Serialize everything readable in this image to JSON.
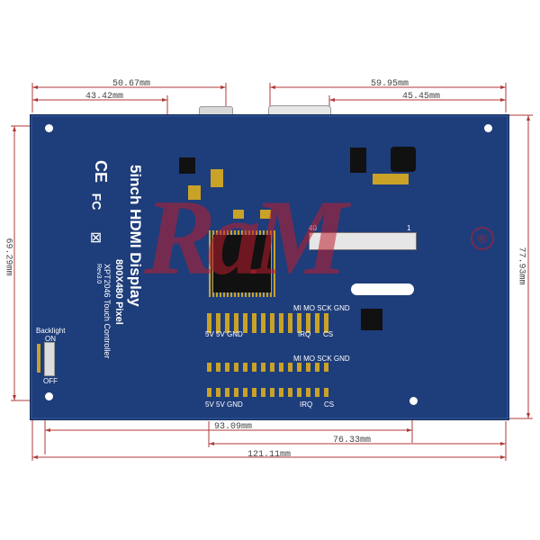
{
  "dimensions": {
    "top_left_outer": "50.67mm",
    "top_left_inner": "43.42mm",
    "top_right_outer": "59.95mm",
    "top_right_inner": "45.45mm",
    "left_height": "69.29mm",
    "right_height": "77.93mm",
    "bottom_inner_left": "93.09mm",
    "bottom_inner_right": "76.33mm",
    "bottom_total": "121.11mm"
  },
  "board": {
    "title": "5inch HDMI Display",
    "resolution": "800X480 Pixel",
    "controller": "XPT2046 Touch Controller",
    "revision": "Rev3.0",
    "backlight_label": "Backlight",
    "backlight_on": "ON",
    "backlight_off": "OFF",
    "header_top_labels": "MI MO SCK GND",
    "header_bottom_labels_left": "5V  5V GND",
    "header_irq": "IRQ",
    "header_cs": "CS",
    "connector_40": "40",
    "connector_1": "1",
    "watermark": "RaM",
    "registered": "®"
  }
}
